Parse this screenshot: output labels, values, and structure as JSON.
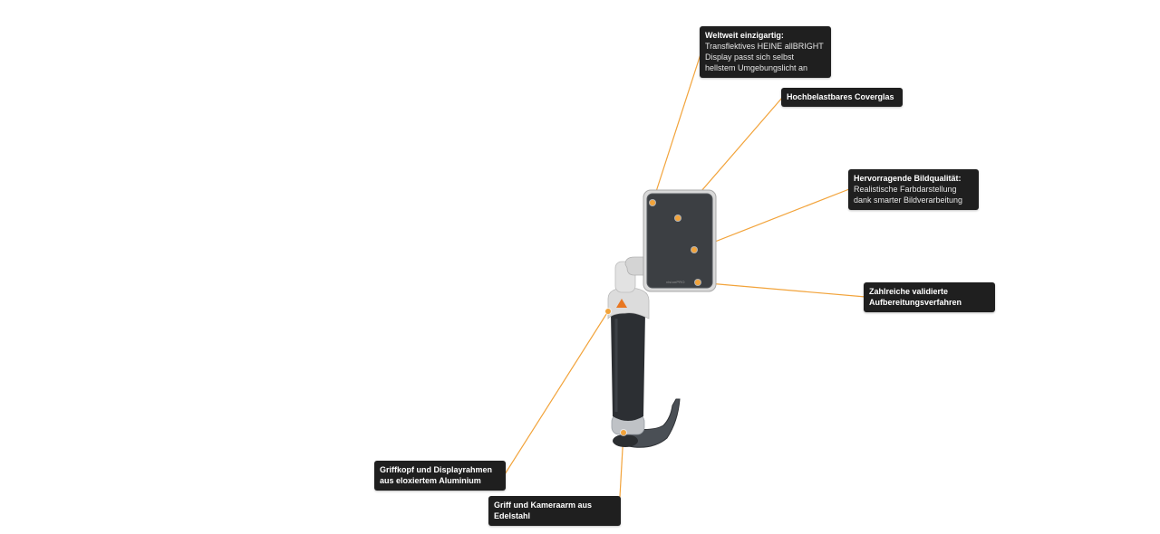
{
  "accent_color": "#f2a33a",
  "callout_color": "#1f1f1f",
  "device": {
    "name": "laryngoscope-device",
    "display_brand": "visionPRO"
  },
  "callouts": [
    {
      "id": "unique",
      "title": "Weltweit einzigartig:",
      "lines": [
        "Transflektives HEINE allBRIGHT",
        "Display passt sich selbst",
        "hellstem Umgebungslicht an"
      ]
    },
    {
      "id": "coverglass",
      "title": "Hochbelastbares Coverglas",
      "lines": []
    },
    {
      "id": "image-quality",
      "title": "Hervorragende Bildqualität:",
      "lines": [
        "Realistische Farbdarstellung",
        "dank smarter Bildverarbeitung"
      ]
    },
    {
      "id": "reprocessing",
      "title": "Zahlreiche validierte",
      "lines_bold": [
        "Aufbereitungsverfahren"
      ]
    },
    {
      "id": "grip-head",
      "title": "Griffkopf und Displayrahmen",
      "lines_bold": [
        "aus eloxiertem Aluminium"
      ]
    },
    {
      "id": "steel",
      "title": "Griff und Kameraarm aus",
      "lines_bold": [
        "Edelstahl"
      ]
    }
  ]
}
